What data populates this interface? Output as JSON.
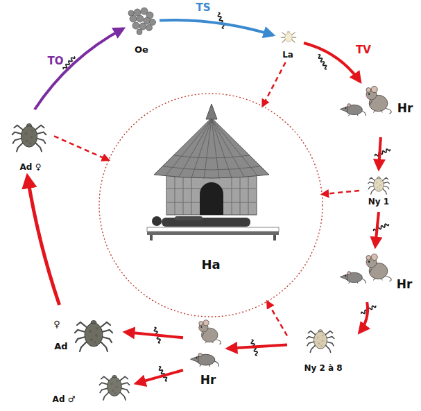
{
  "diagram": {
    "nodes": [
      {
        "text": [
          "Oe"
        ]
      },
      {
        "text": [
          "La"
        ]
      },
      {
        "text": [
          "Hr"
        ]
      },
      {
        "text": [
          "Ny 1"
        ]
      },
      {
        "text": [
          "Hr"
        ]
      },
      {
        "text": [
          "Ny 2 à 8"
        ]
      },
      {
        "text": [
          "Hr"
        ]
      },
      {
        "text": [
          "♀",
          "Ad"
        ]
      },
      {
        "text": [
          "Ad ♂"
        ]
      },
      {
        "text": [
          "Ad ♀"
        ]
      },
      {
        "text": [
          "Ha"
        ]
      }
    ],
    "edges": [
      {
        "from": 9,
        "to": 0,
        "arrow": "to",
        "label": "TO"
      },
      {
        "from": 0,
        "to": 1,
        "arrow": "to",
        "label": "TS"
      },
      {
        "from": 1,
        "to": 2,
        "arrow": "to",
        "label": "TV"
      },
      {
        "from": 2,
        "to": 3,
        "arrow": "to"
      },
      {
        "from": 3,
        "to": 4,
        "arrow": "to"
      },
      {
        "from": 4,
        "to": 5,
        "arrow": "to"
      },
      {
        "from": 5,
        "to": 6,
        "arrow": "to"
      },
      {
        "from": 6,
        "to": 7,
        "arrow": "to"
      },
      {
        "from": 6,
        "to": 8,
        "arrow": "to"
      },
      {
        "from": 7,
        "to": 9,
        "arrow": "to"
      },
      {
        "from": 1,
        "to": 10,
        "arrow": "to"
      },
      {
        "from": 3,
        "to": 10,
        "arrow": "to"
      },
      {
        "from": 5,
        "to": 10,
        "arrow": "to"
      },
      {
        "from": 9,
        "to": 10,
        "arrow": "to"
      }
    ]
  }
}
